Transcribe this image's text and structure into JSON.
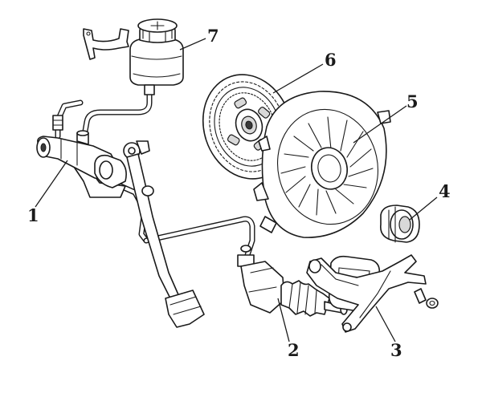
{
  "diagram": {
    "callouts": [
      {
        "id": "1",
        "label": "1"
      },
      {
        "id": "2",
        "label": "2"
      },
      {
        "id": "3",
        "label": "3"
      },
      {
        "id": "4",
        "label": "4"
      },
      {
        "id": "5",
        "label": "5"
      },
      {
        "id": "6",
        "label": "6"
      },
      {
        "id": "7",
        "label": "7"
      }
    ]
  },
  "colors": {
    "line": "#1a1a1a",
    "background": "#ffffff",
    "shade": "#d8d8d8"
  }
}
